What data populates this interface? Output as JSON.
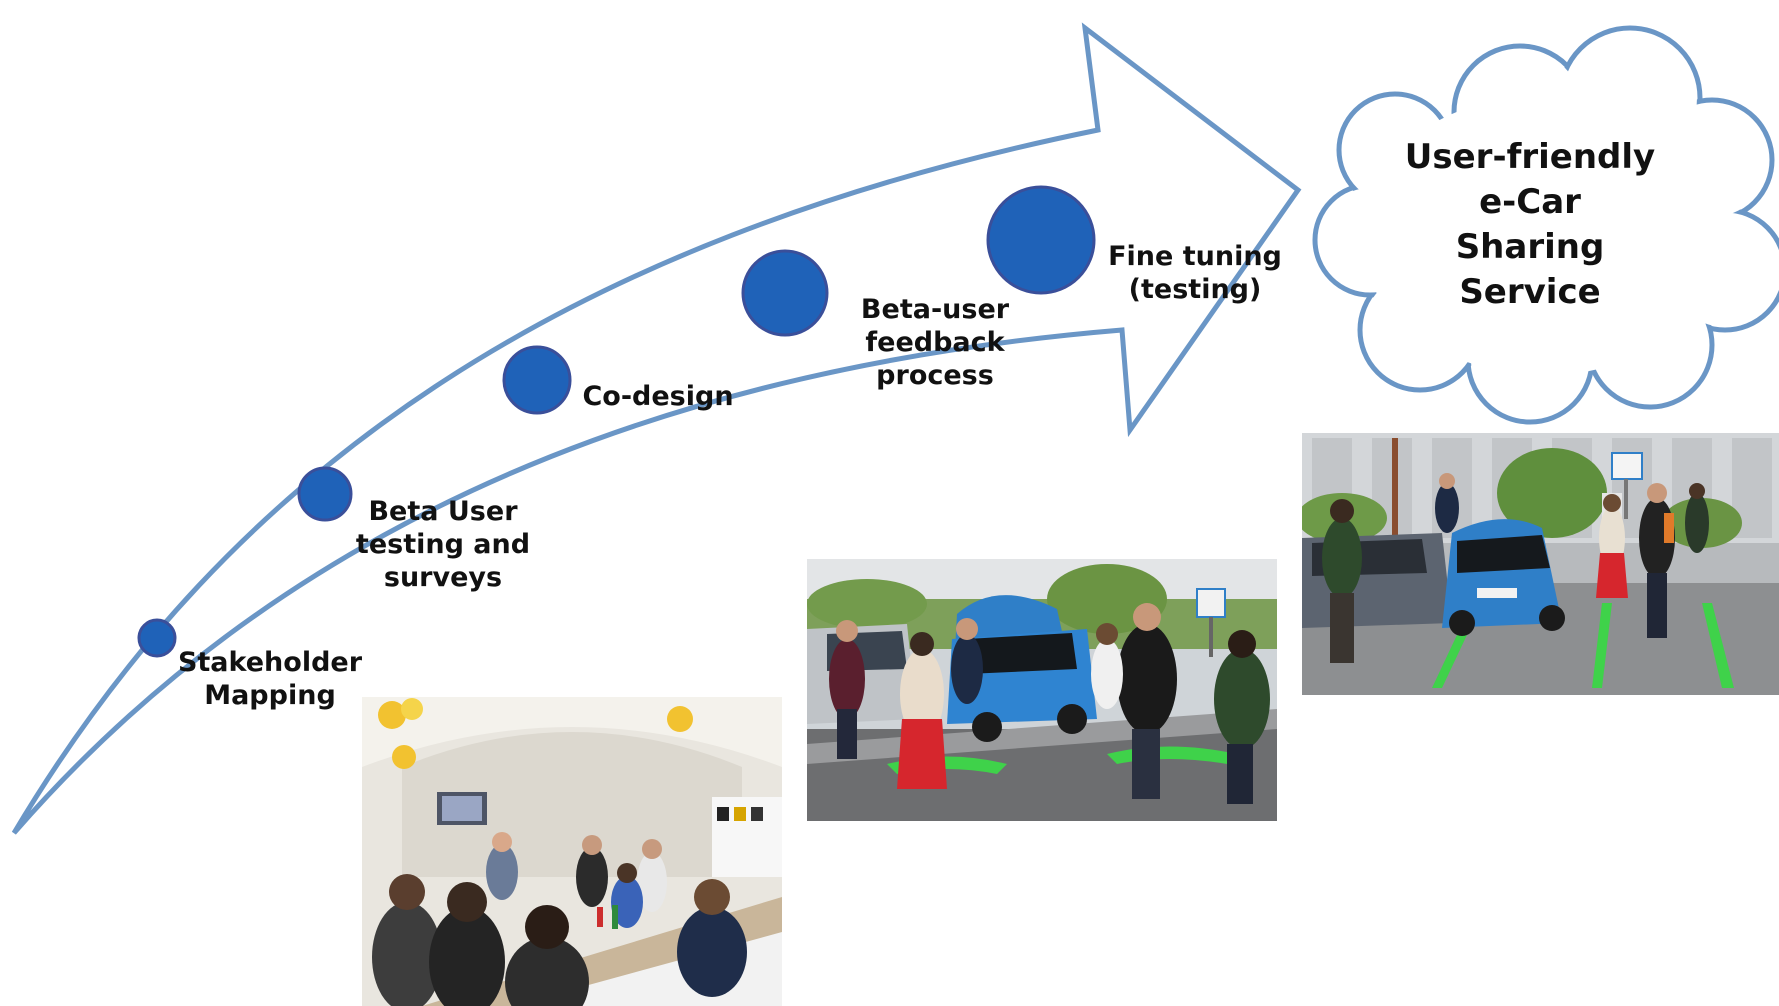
{
  "colors": {
    "arrow_outline": "#6a96c6",
    "step_dot": "#1f62b8",
    "step_dot_ring": "#3a4f9a",
    "cloud_outline": "#6a96c6",
    "label_text": "#111111"
  },
  "steps": [
    {
      "label": "Stakeholder\nMapping"
    },
    {
      "label": "Beta User\ntesting and\nsurveys"
    },
    {
      "label": "Co-design"
    },
    {
      "label": "Beta-user\nfeedback\nprocess"
    },
    {
      "label": "Fine tuning\n(testing)"
    }
  ],
  "goal": {
    "label": "User-friendly\ne-Car Sharing\nService"
  },
  "photos": [
    {
      "subject": "workshop-meeting-room"
    },
    {
      "subject": "car-sharing-parking-test"
    },
    {
      "subject": "e-car-station-visit"
    }
  ]
}
